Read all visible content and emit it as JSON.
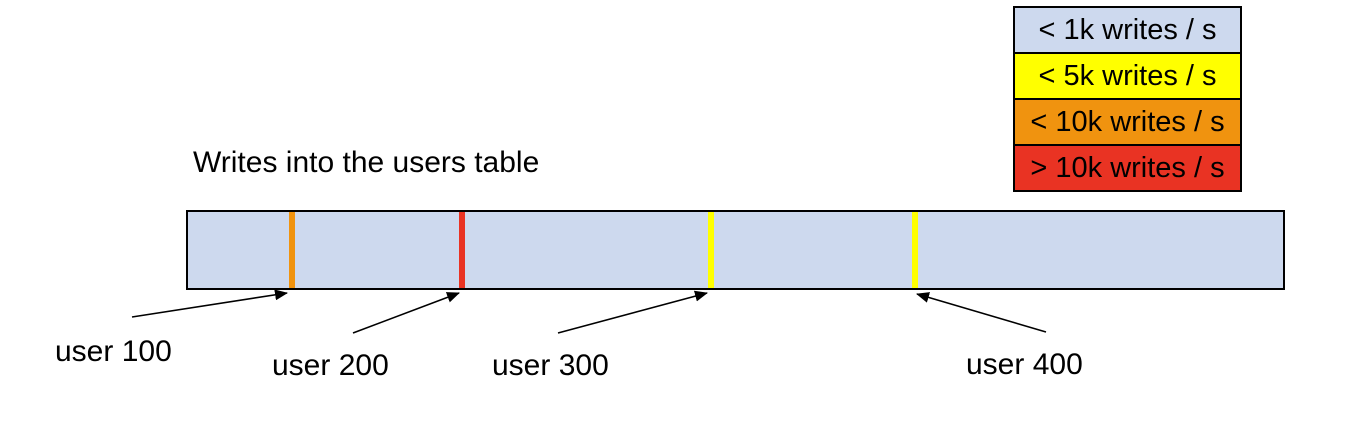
{
  "diagram": {
    "title": "Writes into the users table",
    "legend": {
      "items": [
        {
          "label": "< 1k writes / s",
          "color": "#cdd9ee"
        },
        {
          "label": "< 5k writes / s",
          "color": "#ffff00"
        },
        {
          "label": "< 10k writes / s",
          "color": "#f0930f"
        },
        {
          "label": "> 10k writes / s",
          "color": "#e93323"
        }
      ]
    },
    "table_bar": {
      "fill_color": "#cdd9ee",
      "border_color": "#000000",
      "markers": [
        {
          "user": "user 100",
          "rate": "< 10k writes / s",
          "color": "#f0930f"
        },
        {
          "user": "user 200",
          "rate": "> 10k writes / s",
          "color": "#e93323"
        },
        {
          "user": "user 300",
          "rate": "< 5k writes / s",
          "color": "#ffff00"
        },
        {
          "user": "user 400",
          "rate": "< 5k writes / s",
          "color": "#ffff00"
        }
      ]
    }
  }
}
